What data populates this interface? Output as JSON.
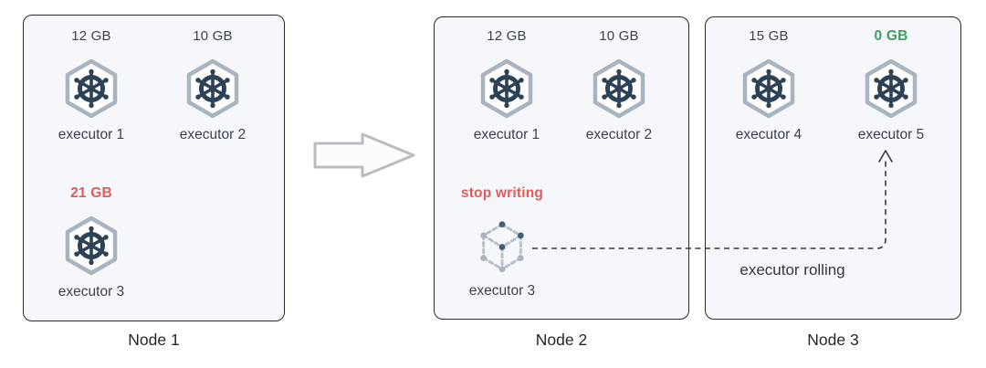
{
  "nodes": [
    {
      "label": "Node 1",
      "executors": [
        {
          "memory": "12 GB",
          "name": "executor 1"
        },
        {
          "memory": "10 GB",
          "name": "executor 2"
        },
        {
          "memory": "21 GB",
          "name": "executor 3",
          "highlight": "red"
        }
      ]
    },
    {
      "label": "Node 2",
      "executors": [
        {
          "memory": "12 GB",
          "name": "executor 1"
        },
        {
          "memory": "10 GB",
          "name": "executor 2"
        },
        {
          "memory": "stop writing",
          "name": "executor 3",
          "highlight": "red",
          "icon": "dashed-cube"
        }
      ]
    },
    {
      "label": "Node 3",
      "executors": [
        {
          "memory": "15 GB",
          "name": "executor 4"
        },
        {
          "memory": "0 GB",
          "name": "executor 5",
          "highlight": "green"
        }
      ]
    }
  ],
  "annotations": {
    "rolling_label": "executor rolling"
  },
  "icons": {
    "executor": "ship-wheel-hexagon-icon",
    "decommissioned": "dashed-cube-icon",
    "flow": "block-arrow-right-icon"
  },
  "colors": {
    "highlight_red": "#e05c5c",
    "highlight_green": "#3f9e5f",
    "node_background": "#f6f7fb",
    "node_border": "#2b2b2b",
    "wheel_navy": "#2c4257",
    "hexagon_gray": "#a9b4c1",
    "cube_edge_gray": "#b7c2cc",
    "cube_dot_dark": "#3f5d78",
    "dashed_path": "#3a3a3a",
    "flow_arrow_outline": "#b9bdc2"
  }
}
